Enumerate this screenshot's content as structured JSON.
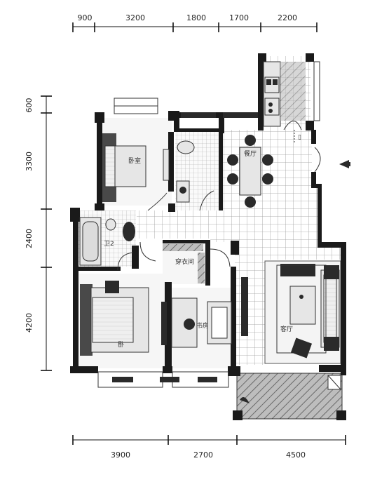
{
  "dimensions": {
    "top": [
      "900",
      "3200",
      "1800",
      "1700",
      "2200"
    ],
    "left": [
      "600",
      "3300",
      "2400",
      "4200"
    ],
    "bottom": [
      "3900",
      "2700",
      "4500"
    ]
  },
  "rooms": {
    "bedroom_north": "卧室",
    "bathroom_2": "卫2",
    "walk_in_closet": "穿衣间",
    "study": "书房",
    "living_room": "客厅",
    "dining": "餐厅"
  }
}
